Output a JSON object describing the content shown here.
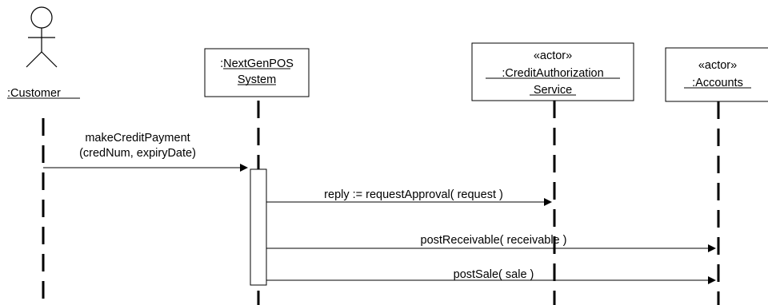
{
  "diagram": {
    "participants": {
      "customer": {
        "label": ":Customer"
      },
      "pos": {
        "line1": ":NextGenPOS",
        "line2": "System"
      },
      "credit": {
        "stereotype": "«actor»",
        "line1": ":CreditAuthorization",
        "line2": "Service"
      },
      "accounts": {
        "stereotype": "«actor»",
        "line1": ":Accounts"
      }
    },
    "messages": [
      {
        "line1": "makeCreditPayment",
        "line2": "(credNum, expiryDate)"
      },
      {
        "line1": "reply := requestApproval( request )"
      },
      {
        "line1": "postReceivable( receivable )"
      },
      {
        "line1": "postSale( sale )"
      }
    ]
  }
}
